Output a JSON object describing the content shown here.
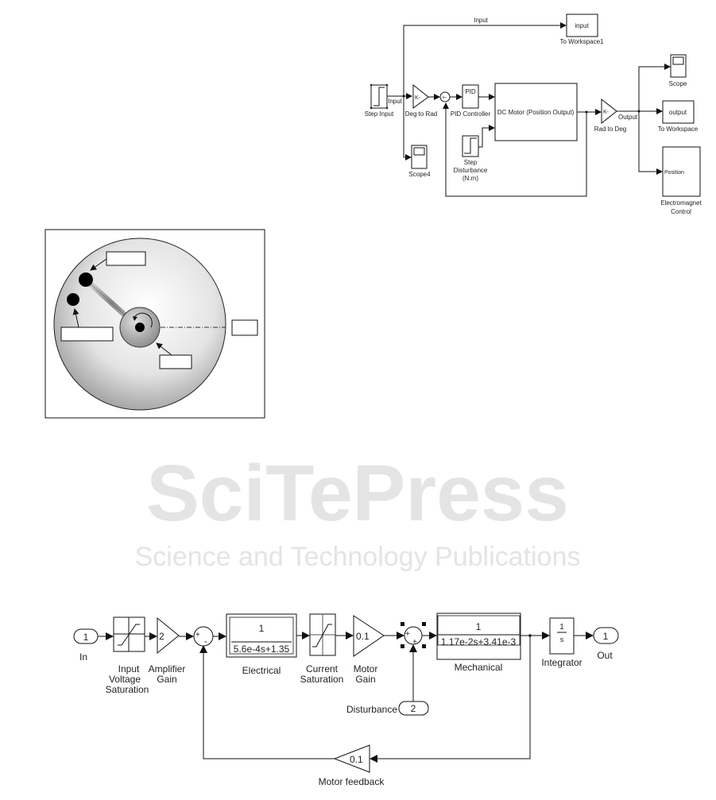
{
  "watermark": {
    "brand": "SciTePress",
    "tagline": "Science and Technology Publications"
  },
  "simulink_top": {
    "signal_input_top": "Input",
    "signal_input_left": "Input",
    "signal_output": "Output",
    "step_input": "Step Input",
    "deg_to_rad": {
      "gain": "K-",
      "label": "Deg to Rad"
    },
    "sum_signs": "+-",
    "pid": {
      "text": "PID",
      "label": "PID Controller"
    },
    "dc_motor": "DC Motor (Position Output)",
    "step_disturbance": [
      "Step",
      "Disturbance",
      "(N.m)"
    ],
    "rad_to_deg": {
      "gain": "K-",
      "label": "Rad to Deg"
    },
    "to_workspace1": {
      "var": "input",
      "label": "To Workspace1"
    },
    "scope": "Scope",
    "scope4": "Scope4",
    "to_workspace": {
      "var": "output",
      "label": "To Workspace"
    },
    "electromagnet": {
      "port": "Position",
      "label": [
        "Electromagnet",
        "Control"
      ]
    }
  },
  "simulink_bottom": {
    "in_port": {
      "num": "1",
      "label": "In"
    },
    "input_saturation": [
      "Input",
      "Voltage",
      "Saturation"
    ],
    "amplifier": {
      "gain": "2",
      "label": [
        "Amplifier",
        "Gain"
      ]
    },
    "sum1": {
      "plus": "+",
      "minus": "-"
    },
    "electrical": {
      "num": "1",
      "den": "5.6e-4s+1.35",
      "label": "Electrical"
    },
    "current_saturation": [
      "Current",
      "Saturation"
    ],
    "motor_gain": {
      "gain": "0.1",
      "label": [
        "Motor",
        "Gain"
      ]
    },
    "sum2": {
      "plus": "+"
    },
    "mechanical": {
      "num": "1",
      "den": "1.17e-2s+3.41e-3",
      "label": "Mechanical"
    },
    "integrator": {
      "num": "1",
      "den": "s",
      "label": "Integrator"
    },
    "out_port": {
      "num": "1",
      "label": "Out"
    },
    "disturbance": {
      "num": "2",
      "label": "Disturbance"
    },
    "motor_feedback": {
      "gain": "0.1",
      "label": "Motor feedback"
    }
  }
}
